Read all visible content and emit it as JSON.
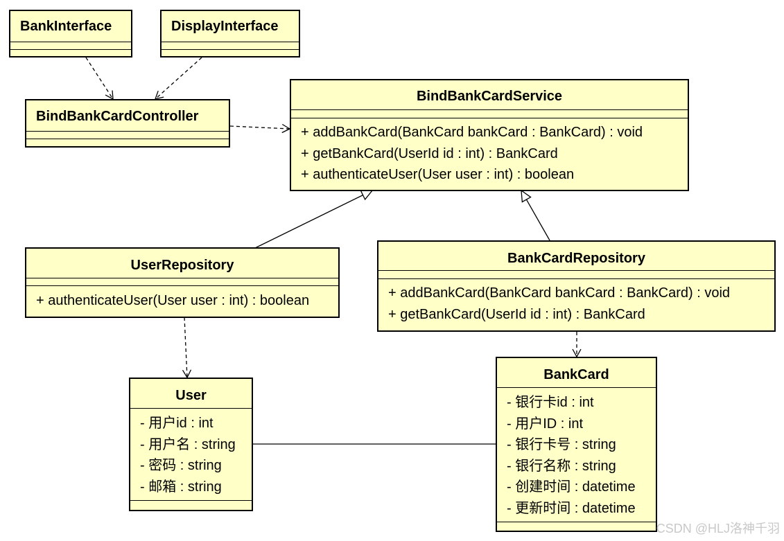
{
  "classes": {
    "bank_interface": {
      "name": "BankInterface",
      "members": []
    },
    "display_interface": {
      "name": "DisplayInterface",
      "members": []
    },
    "bind_bank_card_controller": {
      "name": "BindBankCardController",
      "members": []
    },
    "bind_bank_card_service": {
      "name": "BindBankCardService",
      "members": [
        "+ addBankCard(BankCard bankCard : BankCard) : void",
        "+ getBankCard(UserId id : int) : BankCard",
        "+ authenticateUser(User user : int) : boolean"
      ]
    },
    "user_repository": {
      "name": "UserRepository",
      "members": [
        "+ authenticateUser(User user : int) : boolean"
      ]
    },
    "bank_card_repository": {
      "name": "BankCardRepository",
      "members": [
        "+ addBankCard(BankCard bankCard : BankCard) : void",
        "+ getBankCard(UserId id : int) : BankCard"
      ]
    },
    "user": {
      "name": "User",
      "members": [
        "- 用户id : int",
        "- 用户名 : string",
        "- 密码 : string",
        "- 邮箱 : string"
      ]
    },
    "bank_card": {
      "name": "BankCard",
      "members": [
        "- 银行卡id : int",
        "- 用户ID : int",
        "- 银行卡号 : string",
        "- 银行名称 : string",
        "- 创建时间 : datetime",
        "- 更新时间 : datetime"
      ]
    }
  },
  "relationships": [
    {
      "from": "bank_interface",
      "to": "bind_bank_card_controller",
      "type": "dependency"
    },
    {
      "from": "display_interface",
      "to": "bind_bank_card_controller",
      "type": "dependency"
    },
    {
      "from": "bind_bank_card_controller",
      "to": "bind_bank_card_service",
      "type": "dependency"
    },
    {
      "from": "user_repository",
      "to": "bind_bank_card_service",
      "type": "realization"
    },
    {
      "from": "bank_card_repository",
      "to": "bind_bank_card_service",
      "type": "realization"
    },
    {
      "from": "user_repository",
      "to": "user",
      "type": "dependency"
    },
    {
      "from": "bank_card_repository",
      "to": "bank_card",
      "type": "dependency"
    },
    {
      "from": "user",
      "to": "bank_card",
      "type": "association"
    }
  ],
  "watermark": "CSDN @HLJ洛神千羽",
  "colors": {
    "class_fill": "#ffffc8",
    "border": "#000000",
    "watermark": "#c8c8c8"
  }
}
